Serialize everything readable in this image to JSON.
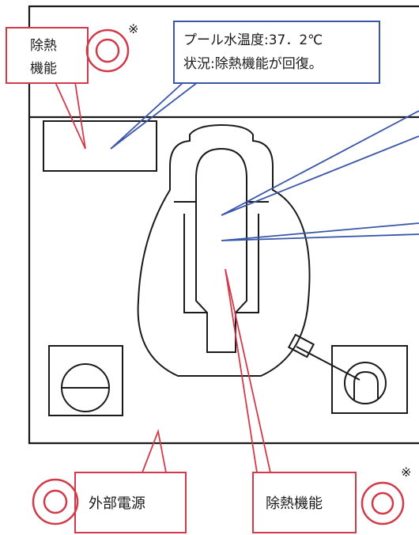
{
  "heat_removal_box": {
    "line1": "除熱",
    "line2": "機能",
    "marker": "※"
  },
  "status_box": {
    "line1": "プール水温度:37．2℃",
    "line2": "状況:除熱機能が回復。"
  },
  "external_power_box": {
    "label": "外部電源"
  },
  "bottom_heat_removal_box": {
    "label": "除熱機能",
    "marker": "※"
  },
  "colors": {
    "red_callout": "#d23a4a",
    "blue_callout": "#3a56a8",
    "line": "#1a1a1a",
    "page": "#ffffff"
  },
  "icons": {
    "target_marker": "concentric-circles",
    "outlet_marker": "circle-target"
  }
}
